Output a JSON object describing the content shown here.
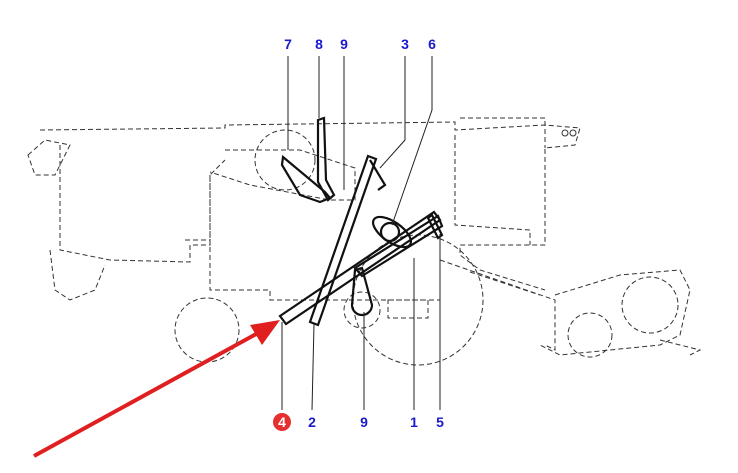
{
  "diagram": {
    "title_labels_top": [
      "7",
      "8",
      "9",
      "3",
      "6"
    ],
    "title_labels_bottom": [
      "4",
      "2",
      "9",
      "1",
      "5"
    ],
    "highlighted_label": "4",
    "colors": {
      "label": "#1a1acc",
      "highlight": "#e53030",
      "arrow": "#e02020"
    }
  }
}
